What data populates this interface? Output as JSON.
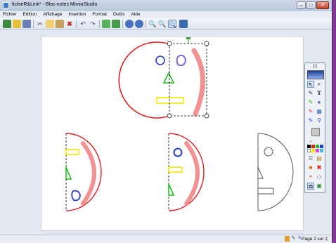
{
  "window": {
    "title": "fichieR&Link* - Bloc-notes MimioStudio",
    "controls": {
      "minimize": "–",
      "maximize": "□",
      "close": "✕"
    }
  },
  "menu": [
    "Fichier",
    "Edition",
    "Affichage",
    "Insertion",
    "Format",
    "Outils",
    "Aide"
  ],
  "toolbar": {
    "icons": [
      "new-icon",
      "open-icon",
      "save-icon",
      "cut-icon",
      "copy-icon",
      "paste-icon",
      "delete-icon",
      "undo-icon",
      "redo-icon",
      "new-page-icon",
      "duplicate-page-icon",
      "prev-page-icon",
      "next-page-icon",
      "zoom-in-icon",
      "zoom-out-icon",
      "zoom-fit-icon",
      "screen-icon"
    ]
  },
  "status": {
    "page": "Page 2 sur 2"
  },
  "colors": {
    "red": "#e02020",
    "pink_fill": "#f08080",
    "blue": "#2a3bd1",
    "green": "#1fbf1f",
    "yellow": "#f5e600",
    "gray": "#555555",
    "selection": "#000000",
    "handle_green": "#3aa03a"
  },
  "tool_palette": {
    "icons": [
      "select-arrow-icon",
      "zoom-tool-icon",
      "pen-icon",
      "text-icon",
      "highlighter-icon",
      "shape-icon",
      "eraser-icon",
      "fill-icon",
      "line-icon",
      "dropper-icon",
      "spotlight-icon",
      "reveal-icon",
      "color-swatch-grid",
      "recent-colors-icon",
      "clear-icon",
      "gallery-icon",
      "record-icon",
      "capture-icon",
      "clipboard-icon"
    ]
  }
}
